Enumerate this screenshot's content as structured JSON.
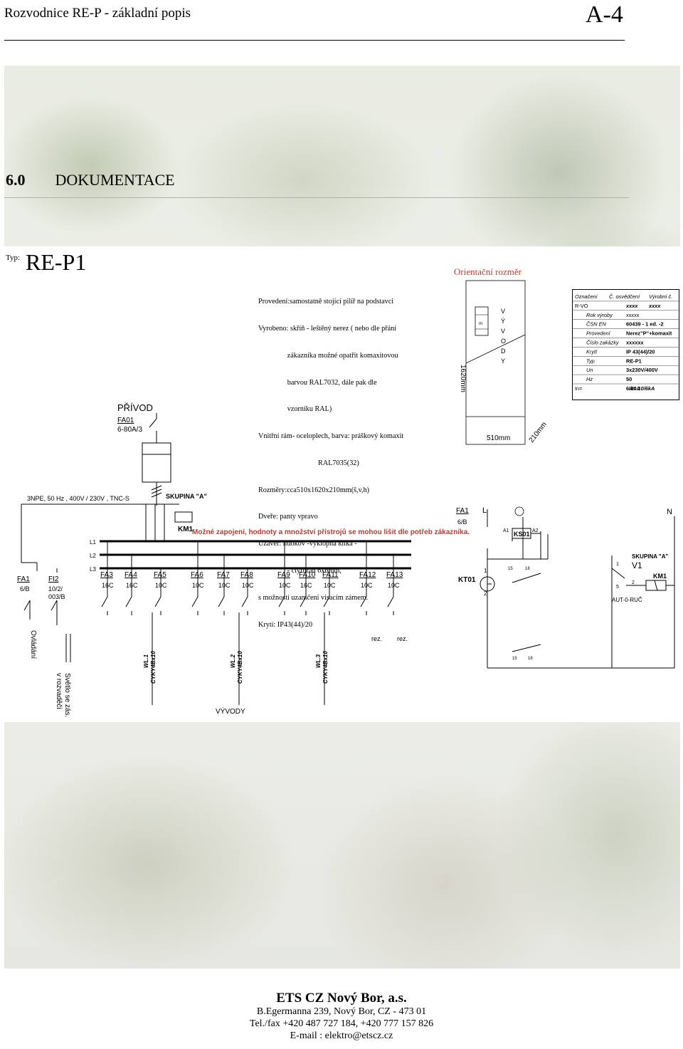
{
  "header": {
    "title": "Rozvodnice RE-P - základní popis",
    "code": "A-4"
  },
  "section": {
    "number": "6.0",
    "title": "DOKUMENTACE"
  },
  "type": {
    "label": "Typ:",
    "value": "RE-P1"
  },
  "spec_lines": [
    "Provedení:samostatně stojící pilíř na podstavci",
    "Vyrobeno: skříň - leštěný nerez ( nebo dle přání",
    "                zákazníka možné opatřit komaxitovou",
    "                barvou RAL7032, dále pak dle",
    "                vzorníku RAL)",
    "Vnitřní rám- ocelоplech, barva: práškový komaxit",
    "                                 RAL7035(32)",
    "Rozměry:cca510x1620x210mm(š,v,h)",
    "Dveře: panty vpravo",
    "Uzávěr: lidokov -výklopná klika -",
    "                - čtyřhran 6x6mm,",
    "s možností uzamčení visacím zámem.",
    "Krytí: IP43(44)/20"
  ],
  "orient": {
    "title": "Orientační rozměr",
    "height": "1620mm",
    "width": "510mm",
    "depth": "210mm",
    "vyvody": [
      "V",
      "Ý",
      "V",
      "O",
      "D",
      "Y"
    ],
    "meter_label": "m"
  },
  "plate": {
    "rows": [
      [
        "Označení",
        "Č. osvědčení",
        "Výrobní č."
      ],
      [
        "R-VO",
        "xxxx",
        "xxxx"
      ],
      [
        "Rok výroby",
        "xxxxx",
        ""
      ],
      [
        "ČSN EN",
        "60439 - 1  ed. -2",
        ""
      ],
      [
        "Provedení",
        "Nerez\"P\"+komaxit",
        ""
      ],
      [
        "Číslo zakázky",
        "xxxxxx",
        ""
      ],
      [
        "Krytí",
        "IP   43(44)/20",
        ""
      ],
      [
        "Typ",
        "RE-P1",
        ""
      ],
      [
        "Un",
        "3x230V/400V",
        ""
      ],
      [
        "Hz",
        "50",
        ""
      ],
      [
        "In=",
        "6-80A",
        "Ik=   10/6kA"
      ]
    ]
  },
  "schematic": {
    "privod": "PŘÍVOD",
    "fa01": "FA01",
    "fa01_rating": "6-80A/3",
    "network": "3NPE, 50 Hz , 400V / 230V , TNC-S",
    "group_a": "SKUPINA \"A\"",
    "km1": "KM1",
    "note": "Možné zapojení, hodnoty a množství přístrojů se mohou lišit dle potřeb zákazníka.",
    "phases": [
      "L1",
      "L2",
      "L3"
    ],
    "fa_left": [
      {
        "name": "FA1",
        "rating": "6/B"
      },
      {
        "name": "FI2",
        "rating": "10/2/\n003/B"
      }
    ],
    "breakers": [
      {
        "name": "FA3",
        "rating": "16C"
      },
      {
        "name": "FA4",
        "rating": "16C"
      },
      {
        "name": "FA5",
        "rating": "10C"
      },
      {
        "name": "FA6",
        "rating": "10C"
      },
      {
        "name": "FA7",
        "rating": "10C"
      },
      {
        "name": "FA8",
        "rating": "10C"
      },
      {
        "name": "FA9",
        "rating": "10C"
      },
      {
        "name": "FA10",
        "rating": "16C"
      },
      {
        "name": "FA11",
        "rating": "10C"
      },
      {
        "name": "FA12",
        "rating": "10C"
      },
      {
        "name": "FA13",
        "rating": "10C"
      }
    ],
    "outputs": [
      {
        "name": "WL.1",
        "cable": "CYKY4Bx10"
      },
      {
        "name": "WL.2",
        "cable": "CYKY4Bx10"
      },
      {
        "name": "WL.3",
        "cable": "CYKY4Bx10"
      }
    ],
    "reserve": [
      "rez.",
      "rez."
    ],
    "ovladani": "Ovládání",
    "svetlo": "Světlo se zás.\nv rozvaděči",
    "vyvody_label": "VÝVODY",
    "ctrl": {
      "fa1": "FA1",
      "fa1_rating": "6/B",
      "l": "L",
      "n": "N",
      "a1": "A1",
      "a2": "A2",
      "ks01": "KS01",
      "kt01": "KT01",
      "c1": "1",
      "c2": "2",
      "c15": "15",
      "c18": "18",
      "group": "SKUPINA \"A\"",
      "v1": "V1",
      "km1": "KM1",
      "v1a": "1",
      "v1b": "2",
      "v1c": "5",
      "mode": "AUT-0-RUČ"
    }
  },
  "footer": {
    "company": "ETS CZ Nový Bor, a.s.",
    "address": "B.Egermanna 239,  Nový Bor,  CZ - 473 01",
    "phone": "Tel./fax +420 487 727 184,  +420 777 157 826",
    "email": "E-mail :  elektro@etscz.cz"
  }
}
